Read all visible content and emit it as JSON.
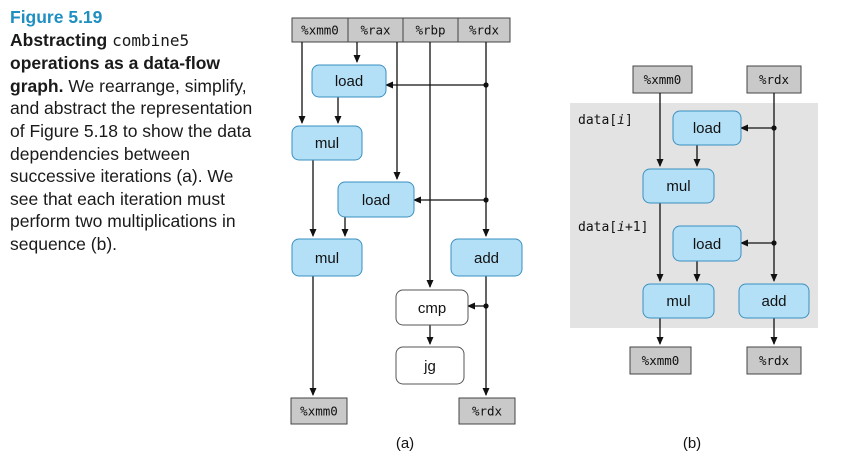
{
  "caption": {
    "figure_label": "Figure 5.19",
    "title_part1": "Abstracting ",
    "title_code": "combine5",
    "title_part2": " operations as a data-flow graph.",
    "body": " We rearrange, simplify, and abstract the representation of Figure 5.18 to show the data dependencies between successive iterations (a). We see that each iteration must perform two multiplications in sequence (b)."
  },
  "diagram_a": {
    "registers_top": [
      "%xmm0",
      "%rax",
      "%rbp",
      "%rdx"
    ],
    "ops": {
      "load1": "load",
      "mul1": "mul",
      "load2": "load",
      "mul2": "mul",
      "add": "add",
      "cmp": "cmp",
      "jg": "jg"
    },
    "registers_bottom": [
      "%xmm0",
      "%rdx"
    ],
    "sublabel": "(a)"
  },
  "diagram_b": {
    "registers_top": [
      "%xmm0",
      "%rdx"
    ],
    "data_label_1": {
      "prefix": "data[",
      "index": "i",
      "suffix": "]"
    },
    "data_label_2": {
      "prefix": "data[",
      "index": "i",
      "suffix": "+1]"
    },
    "ops": {
      "load1": "load",
      "mul1": "mul",
      "load2": "load",
      "mul2": "mul",
      "add": "add"
    },
    "registers_bottom": [
      "%xmm0",
      "%rdx"
    ],
    "sublabel": "(b)"
  },
  "colors": {
    "figure_label": "#1f8fc1",
    "op_fill": "#b3e0f7",
    "op_stroke": "#3a8fc0",
    "register_fill": "#c9c9c9",
    "loop_bg": "#e3e3e3"
  }
}
